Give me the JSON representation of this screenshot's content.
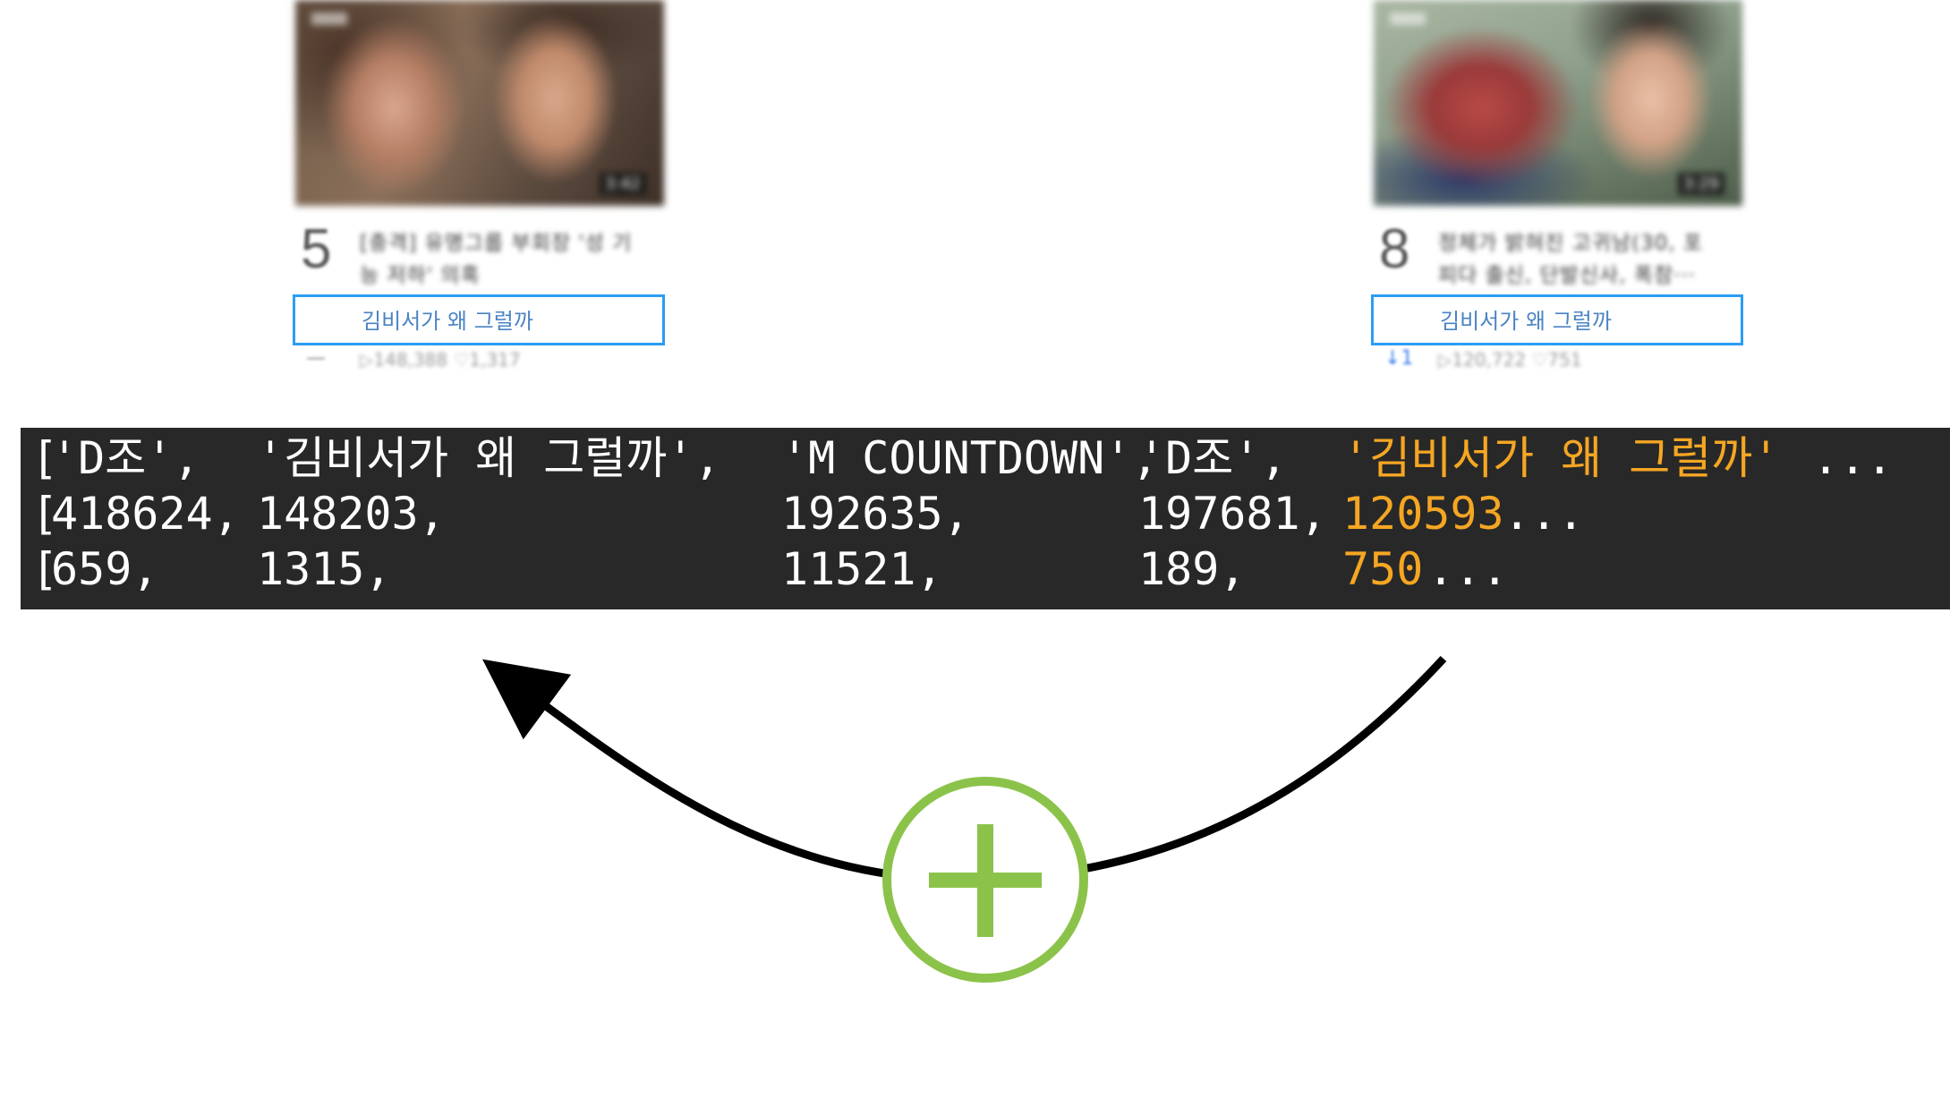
{
  "cards": [
    {
      "rank": "5",
      "duration": "3:42",
      "blurred_title": "[충격] 유명그룹 부회장 '성 기능 저하' 의혹",
      "tag": "김비서가 왜 그럴까",
      "trend": "—",
      "stats": "▷148,388  ♡1,317"
    },
    {
      "rank": "8",
      "duration": "3:29",
      "blurred_title": "정체가 밝혀진 고귀남(30, 포 피다 출신, 단발신사, 폭참···",
      "tag": "김비서가 왜 그럴까",
      "trend": "↓1",
      "stats": "▷120,722  ♡751"
    }
  ],
  "banner": {
    "row1": {
      "open": "[",
      "c1": "'D조',",
      "c2": "'김비서가 왜 그럴까',",
      "c3": "'M COUNTDOWN',",
      "c4": "'D조',",
      "c5": "'김비서가 왜 그럴까'",
      "tail": "..."
    },
    "row2": {
      "open": "[",
      "c1": "418624,",
      "c2": "148203,",
      "c3": "192635,",
      "c4": "197681,",
      "c5": "120593",
      "tail": "..."
    },
    "row3": {
      "open": "[",
      "c1": "659,",
      "c2": "1315,",
      "c3": "11521,",
      "c4": "189,",
      "c5": "750",
      "tail": "..."
    }
  },
  "colors": {
    "highlight": "#f5a623",
    "plus": "#8bc34a",
    "tag_border": "#2a9df4",
    "banner_bg": "#282828"
  },
  "icons": {
    "merge": "plus-circle-icon",
    "arrow": "curved-arrow-icon"
  }
}
